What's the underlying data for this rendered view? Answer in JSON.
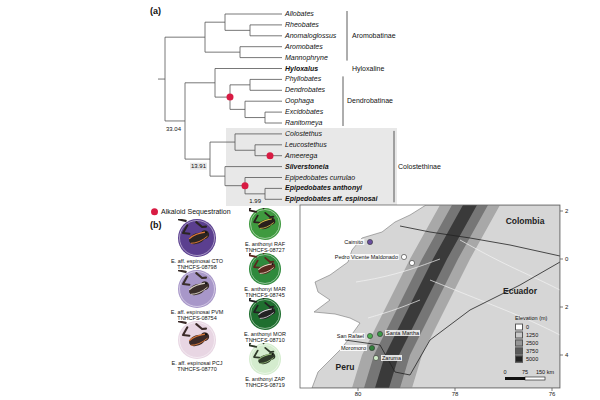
{
  "diagram": {
    "nodes": [
      {
        "text": [
          "E. aff. espinosai CTO",
          "TNHCFS-08798"
        ]
      },
      {
        "text": [
          "E. aff. espinosai PVM",
          "TNHCFS-08754"
        ]
      },
      {
        "text": [
          "E. aff. espinosai PCJ",
          "TNHCFS-08770"
        ]
      },
      {
        "text": [
          "E. anthonyi RAF",
          "TNHCFS-08727"
        ]
      },
      {
        "text": [
          "E. anthonyi MAR",
          "TNHCFS-08745"
        ]
      },
      {
        "text": [
          "E. anthonyi MOR",
          "TNHCFS-08710"
        ]
      },
      {
        "text": [
          "E. anthonyi ZAP",
          "TNHCFS-08719"
        ]
      }
    ],
    "labels": [
      "(a)",
      "Allobates",
      "Rheobates",
      "Anomaloglossus",
      "Aromobates",
      "Mannophryne",
      "Hyloxalus",
      "Phyllobates",
      "Dendrobates",
      "Oophaga",
      "Excidobates",
      "Ranitomeya",
      "Colostethus",
      "Leucostethus",
      "Ameerega",
      "Silverstoneia",
      "Epipedobates currulao",
      "Epipedobates anthonyi",
      "Epipedobates aff. espinosai",
      "Aromobatinae",
      "Hyloxaline",
      "Dendrobatinae",
      "Colostethinae",
      "33.04",
      "13.91",
      "1.99",
      "(b)",
      "Colombia",
      "Ecuador",
      "Peru",
      "Caimito",
      "Pedro Vicente Maldonado",
      "San Rafael",
      "Santa Martha",
      "Moromoro",
      "Zaruma",
      "2",
      "0",
      "2",
      "4",
      "80",
      "78",
      "76",
      "Elevation (m)",
      "0",
      "75",
      "150 km"
    ],
    "legend": [
      {
        "text": "Alkaloid Sequestration",
        "color": "#d81b43"
      },
      {
        "text": "0",
        "color": "#ffffff"
      },
      {
        "text": "1250",
        "color": "#c8c8c8"
      },
      {
        "text": "2500",
        "color": "#969696"
      },
      {
        "text": "3750",
        "color": "#5a5a5a"
      },
      {
        "text": "5000",
        "color": "#222222"
      }
    ]
  }
}
